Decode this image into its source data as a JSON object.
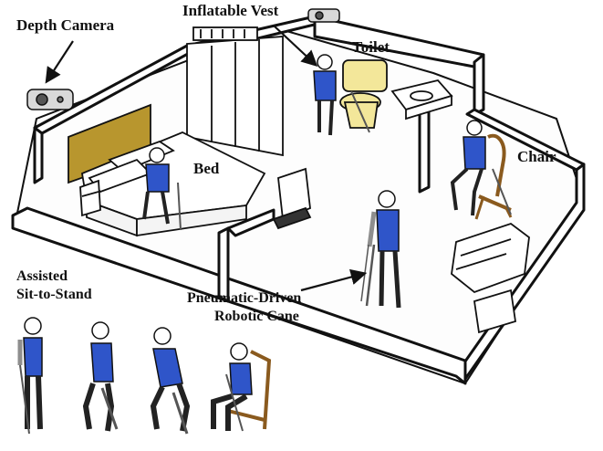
{
  "labels": {
    "depth_camera": "Depth Camera",
    "inflatable_vest": "Inflatable Vest",
    "toilet": "Toilet",
    "bed": "Bed",
    "chair": "Chair",
    "assisted_line1": "Assisted",
    "assisted_line2": "Sit-to-Stand",
    "cane_line1": "Pneumatic-Driven",
    "cane_line2": "Robotic Cane"
  },
  "colors": {
    "vest": "#2f55c9",
    "headboard": "#b8962e",
    "toilet": "#f3e79a",
    "chair_wood": "#8a5a1e",
    "ink": "#111111",
    "sleeve": "#8e8e8e"
  }
}
